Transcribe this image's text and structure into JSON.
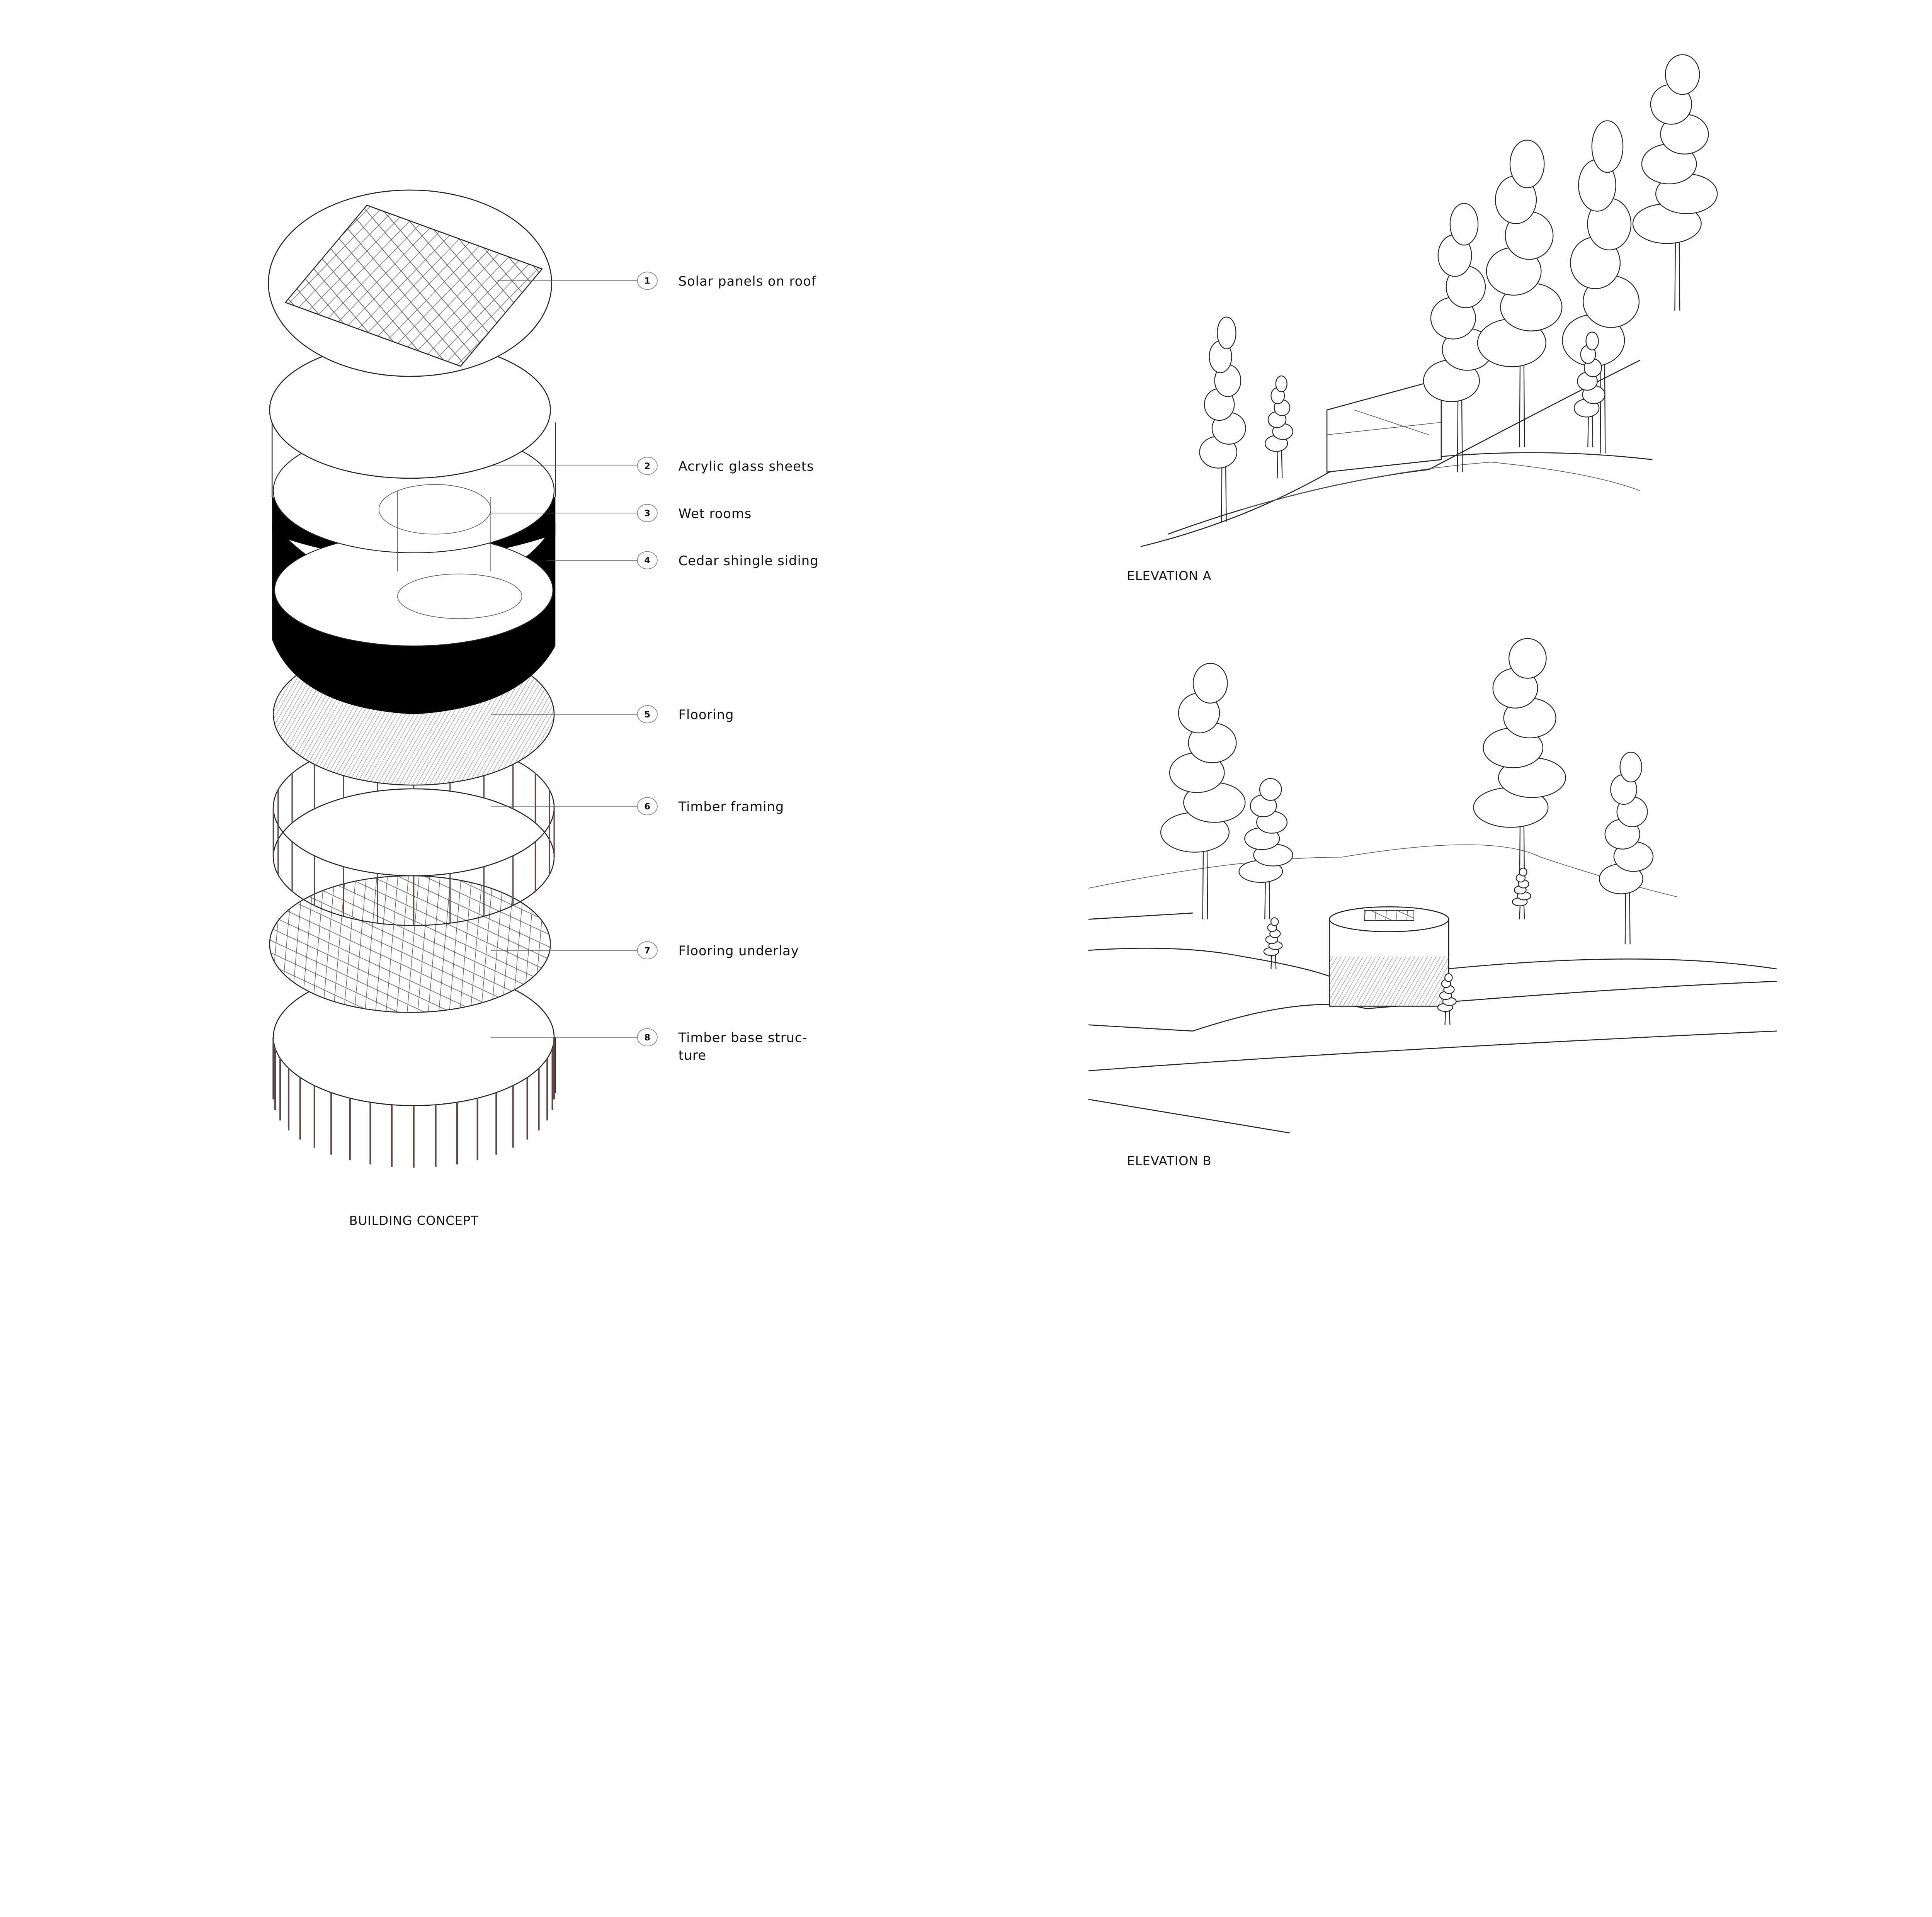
{
  "building_concept": {
    "caption": "BUILDING CONCEPT",
    "callouts": [
      {
        "number": "1",
        "label": "Solar panels on roof"
      },
      {
        "number": "2",
        "label": "Acrylic glass sheets"
      },
      {
        "number": "3",
        "label": "Wet rooms"
      },
      {
        "number": "4",
        "label": "Cedar shingle siding"
      },
      {
        "number": "5",
        "label": "Flooring"
      },
      {
        "number": "6",
        "label": "Timber framing"
      },
      {
        "number": "7",
        "label": "Flooring underlay"
      },
      {
        "number": "8",
        "label": "Timber base struc-",
        "label_line2": "ture"
      }
    ]
  },
  "elevation_a": {
    "caption": "ELEVATION A"
  },
  "elevation_b": {
    "caption": "ELEVATION B"
  },
  "colors": {
    "ink": "#111111",
    "fill_black": "#000000",
    "background": "#ffffff"
  }
}
